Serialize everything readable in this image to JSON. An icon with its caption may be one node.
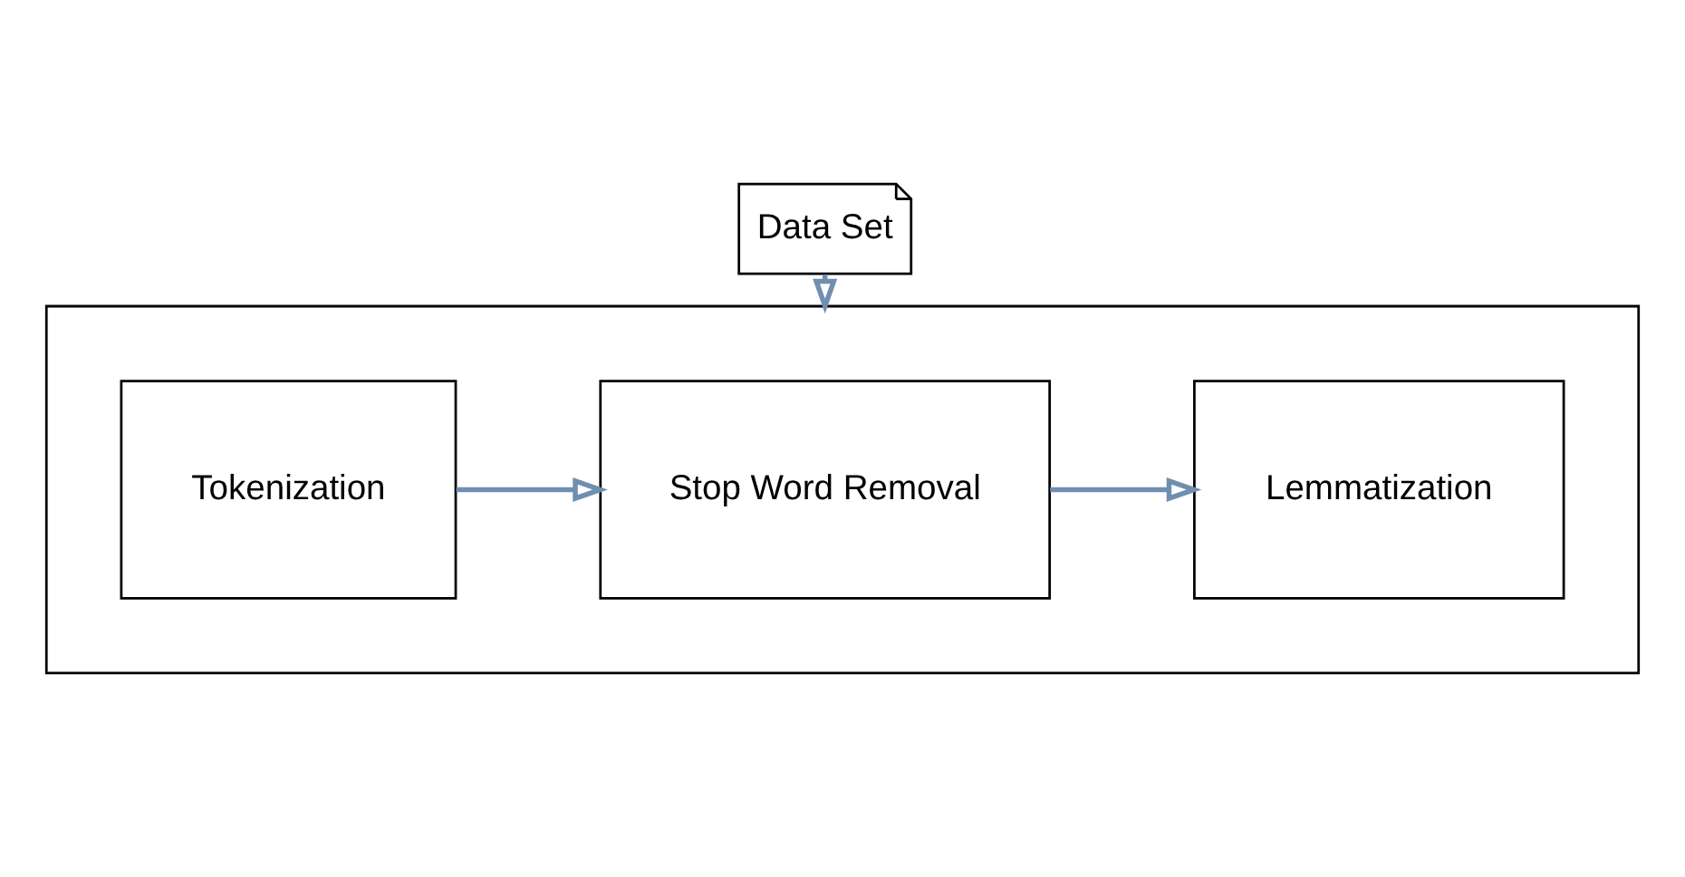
{
  "diagram": {
    "nodes": [
      {
        "text": [
          "Data Set"
        ]
      },
      {
        "text": [],
        "shape": "box"
      },
      {
        "text": [
          "Tokenization"
        ],
        "in": 1
      },
      {
        "text": [
          "Stop Word Removal"
        ],
        "in": 1
      },
      {
        "text": [
          "Lemmatization"
        ],
        "in": 1
      }
    ],
    "edges": [
      {
        "from": 0,
        "to": 1,
        "arrow": "to"
      },
      {
        "from": 2,
        "to": 3,
        "arrow": "to"
      },
      {
        "from": 3,
        "to": 4,
        "arrow": "to"
      }
    ]
  }
}
